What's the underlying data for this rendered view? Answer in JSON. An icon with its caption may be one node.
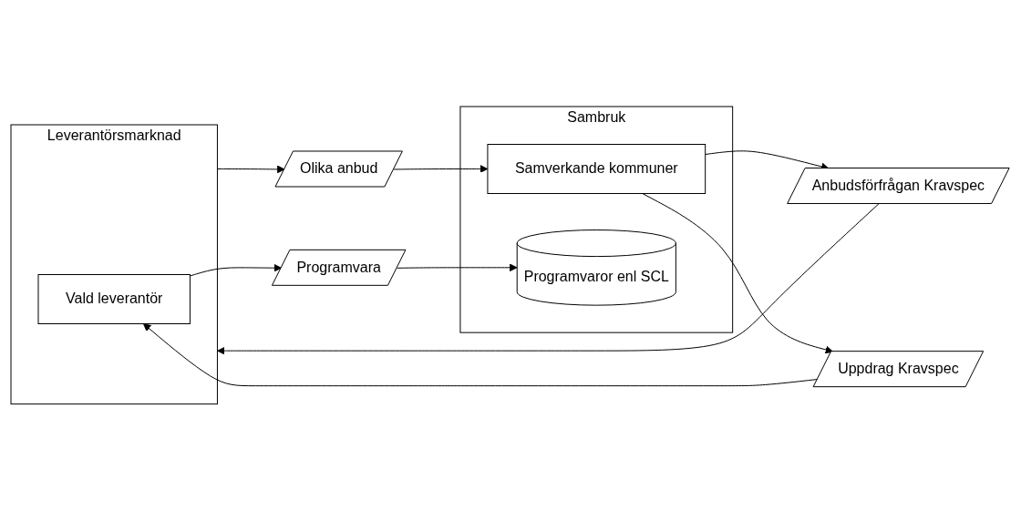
{
  "diagram": {
    "nodes": [
      {
        "text": [
          "Leverantörsmarknad"
        ]
      },
      {
        "text": [
          "Vald leverantör"
        ],
        "in": 0
      },
      {
        "text": [
          "Sambruk"
        ]
      },
      {
        "text": [
          "Samverkande kommuner"
        ],
        "in": 2
      },
      {
        "text": [
          "Programvaror enl SCL"
        ],
        "in": 2
      },
      {
        "text": [
          "Anbudsförfrågan Kravspec"
        ]
      },
      {
        "text": [
          "Olika anbud"
        ]
      },
      {
        "text": [
          "Uppdrag Kravspec"
        ]
      },
      {
        "text": [
          "Programvara"
        ]
      }
    ],
    "edges": [
      {
        "from": 3,
        "to": 5,
        "arrow": "to"
      },
      {
        "from": 5,
        "to": 0,
        "arrow": "to"
      },
      {
        "from": 0,
        "to": 6,
        "arrow": "to"
      },
      {
        "from": 6,
        "to": 3,
        "arrow": "to"
      },
      {
        "from": 3,
        "to": 7,
        "arrow": "to"
      },
      {
        "from": 7,
        "to": 1,
        "arrow": "to"
      },
      {
        "from": 1,
        "to": 8,
        "arrow": "to"
      },
      {
        "from": 8,
        "to": 4,
        "arrow": "to"
      }
    ]
  }
}
